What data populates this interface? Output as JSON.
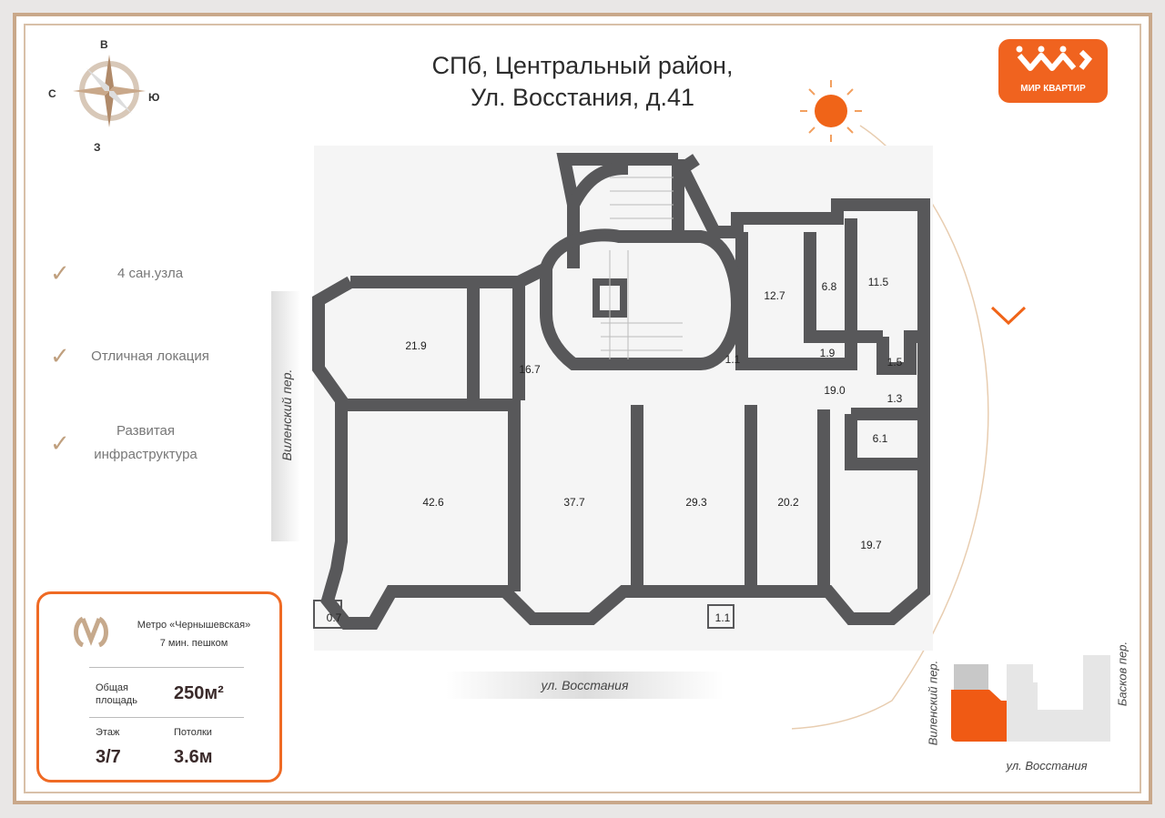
{
  "title": {
    "line1": "СПб, Центральный район,",
    "line2": "Ул. Восстания, д.41"
  },
  "logo": {
    "text": "МИР КВАРТИР",
    "mark": "ꟾMK"
  },
  "compass": {
    "north": "В",
    "west": "С",
    "east": "Ю",
    "south": "З"
  },
  "features": [
    {
      "label": "4 сан.узла"
    },
    {
      "label": "Отличная локация"
    },
    {
      "label": "Развитая инфраструктура"
    }
  ],
  "rooms": [
    "21.9",
    "16.7",
    "12.7",
    "6.8",
    "11.5",
    "1.1",
    "1.9",
    "1.5",
    "19.0",
    "1.3",
    "6.1",
    "42.6",
    "37.7",
    "29.3",
    "20.2",
    "19.7",
    "0.7",
    "1.1"
  ],
  "streets": {
    "left": "Виленский пер.",
    "bottom": "ул. Восстания",
    "map_left": "Виленский пер.",
    "map_right": "Басков пер.",
    "map_bottom": "ул. Восстания"
  },
  "info": {
    "metro": "Метро «Чернышевская»",
    "walk": "7 мин. пешком",
    "area_label": "Общая площадь",
    "area_value": "250м²",
    "floor_label": "Этаж",
    "floor_value": "3/7",
    "ceiling_label": "Потолки",
    "ceiling_value": "3.6м"
  },
  "colors": {
    "accent": "#ef6a24",
    "wall": "#58585a",
    "gold": "#c0a07f"
  }
}
